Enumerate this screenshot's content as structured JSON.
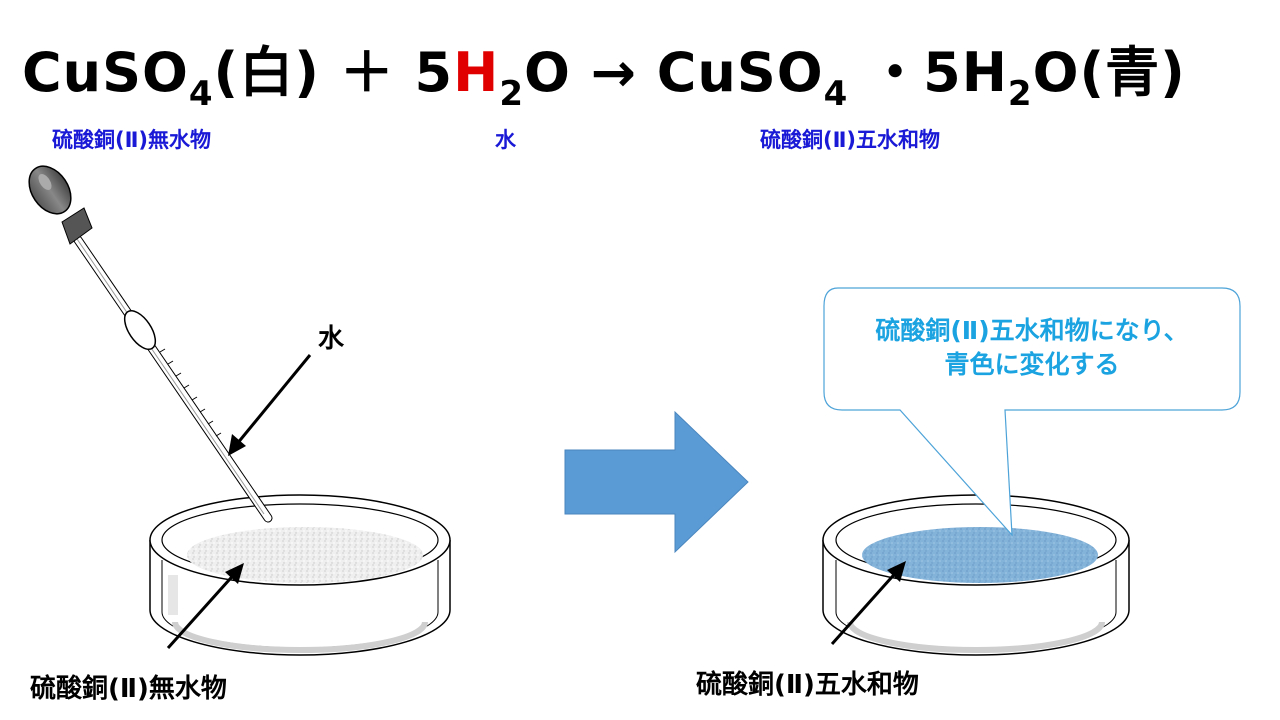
{
  "equation": {
    "reactant1": "CuSO",
    "reactant1_sub": "4",
    "reactant1_state": "(白)",
    "plus": "＋",
    "coef": "5",
    "water_h": "H",
    "water_sub": "2",
    "water_o": "O",
    "arrow": "→",
    "product": "CuSO",
    "product_sub": "4",
    "dot": "・",
    "product_coef": "5H",
    "product_h2_sub": "2",
    "product_o": "O",
    "product_state": "(青)"
  },
  "labels": {
    "anhydrous_top": "硫酸銅(Ⅱ)無水物",
    "water_top": "水",
    "pentahydrate_top": "硫酸銅(Ⅱ)五水和物",
    "water_arrow": "水",
    "anhydrous_bottom": "硫酸銅(Ⅱ)無水物",
    "pentahydrate_bottom": "硫酸銅(Ⅱ)五水和物"
  },
  "bubble": {
    "line1": "硫酸銅(Ⅱ)五水和物になり、",
    "line2": "青色に変化する"
  },
  "colors": {
    "equation_label": "#1a1ad6",
    "highlight_h": "#e00000",
    "bubble_text": "#1aa3e0",
    "blue_powder": "#7fb0d8",
    "white_powder": "#f2f2f2",
    "big_arrow": "#5b9bd5"
  }
}
